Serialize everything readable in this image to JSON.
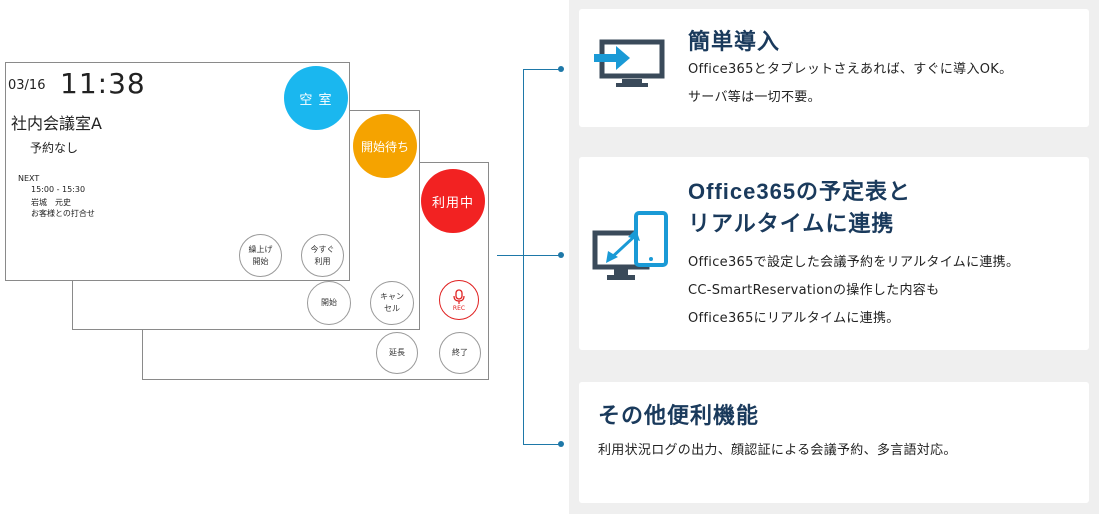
{
  "tablet_screens": {
    "available": {
      "date": "03/16",
      "time": "11:38",
      "room_name": "社内会議室A",
      "current_reservation": "予約なし",
      "next_label": "NEXT",
      "next_time": "15:00 - 15:30",
      "next_person": "岩城　元史",
      "next_subject": "お客様との打合せ",
      "status_label": "空 室",
      "status_color": "#1ab7ef",
      "button_early_start_line1": "繰上げ",
      "button_early_start_line2": "開始",
      "button_use_now_line1": "今すぐ",
      "button_use_now_line2": "利用"
    },
    "waiting": {
      "status_label": "開始待ち",
      "status_color": "#f5a300",
      "button_start": "開始",
      "button_cancel_line1": "キャン",
      "button_cancel_line2": "セル"
    },
    "in_use": {
      "status_label": "利用中",
      "status_color": "#f22222",
      "button_rec": "REC",
      "button_extend": "延長",
      "button_end": "終了"
    }
  },
  "features": [
    {
      "icon": "monitor-arrow-icon",
      "title": "簡単導入",
      "lines": [
        "Office365とタブレットさえあれば、すぐに導入OK。",
        "サーバ等は一切不要。"
      ]
    },
    {
      "icon": "sync-devices-icon",
      "title_line1": "Office365の予定表と",
      "title_line2": "リアルタイムに連携",
      "lines": [
        "Office365で設定した会議予約をリアルタイムに連携。",
        "CC-SmartReservationの操作した内容も",
        "Office365にリアルタイムに連携。"
      ]
    },
    {
      "title": "その他便利機能",
      "lines": [
        "利用状況ログの出力、顔認証による会議予約、多言語対応。"
      ]
    }
  ],
  "colors": {
    "accent": "#1e78a8",
    "title": "#1a3a5c",
    "icon": "#1a9ad6",
    "icon_dark": "#3a4a5a"
  }
}
